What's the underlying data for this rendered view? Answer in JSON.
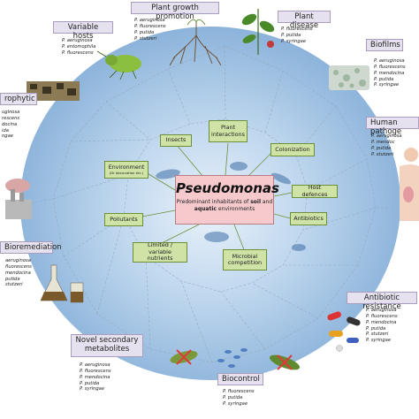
{
  "center": {
    "title": "Pseudomonas",
    "line1_pre": "Predominant inhabitants of ",
    "line1_bold": "soil",
    "line1_post": " and",
    "line2_bold": "aquatic",
    "line2_post": " environments"
  },
  "inner_nodes": {
    "insects": "Insects",
    "plant_interactions_1": "Plant",
    "plant_interactions_2": "interactions",
    "colonization": "Colonization",
    "environment": "Environment",
    "environment_sub": "(Dr desiccation etc.)",
    "host_defences": "Host defences",
    "pollutants": "Pollutants",
    "antibiotics": "Antibiotics",
    "limited_nutrients_1": "Limited / variable",
    "limited_nutrients_2": "nutrients",
    "microbial_competition_1": "Microbial",
    "microbial_competition_2": "competition"
  },
  "categories": {
    "variable_hosts": {
      "label": "Variable hosts",
      "species": [
        "P. aeruginosa",
        "P. entomophila",
        "P. fluorescens"
      ]
    },
    "plant_growth_promotion": {
      "label": "Plant growth promotion",
      "species": [
        "P. aeruginosa",
        "P. fluorescens",
        "P. putida",
        "P. stutzeri"
      ]
    },
    "plant_disease": {
      "label": "Plant disease",
      "species": [
        "P. fluorescens",
        "P. putida",
        "P. syringae"
      ]
    },
    "biofilms": {
      "label": "Biofilms",
      "species": [
        "P. aeruginosa",
        "P. fluorescens",
        "P. mendocina",
        "P. putida",
        "P. syringae"
      ]
    },
    "saprophytic": {
      "label": "rophytic",
      "species": [
        "uginosa",
        "rescens",
        "docina",
        "ida",
        "ngae"
      ]
    },
    "human_pathogen": {
      "label": "Human pathoge",
      "species": [
        "P. aeruginosa",
        "P. mendoc",
        "P. putida",
        "P. stutzeri"
      ]
    },
    "bioremediation": {
      "label": "Bioremediation",
      "species": [
        "aeruginosa",
        "fluorescens",
        "mendocina",
        "putida",
        "stutzeri"
      ]
    },
    "antibiotic_resistance": {
      "label": "Antibiotic resistance",
      "species": [
        "P. aeruginosa",
        "P. fluorescens",
        "P. mendocina",
        "P. putida",
        "P. stutzeri",
        "P. syringae"
      ]
    },
    "novel_secondary_metabolites": {
      "label1": "Novel secondary",
      "label2": "metabolites",
      "species": [
        "P. aeruginosa",
        "P. fluorescens",
        "P. mendocina",
        "P. putida",
        "P. syringae"
      ]
    },
    "biocontrol": {
      "label": "Biocontrol",
      "species": [
        "P. fluorescens",
        "P. putida",
        "P. syringae"
      ]
    }
  },
  "colors": {
    "disk_light": "#dbe9f6",
    "disk_mid": "#a8c9e8",
    "disk_dark": "#7ea9d4",
    "node_fill": "#cfe3a6",
    "node_border": "#6e8f3a",
    "category_fill": "#e6e1ef",
    "center_fill": "#f6c9cc"
  }
}
